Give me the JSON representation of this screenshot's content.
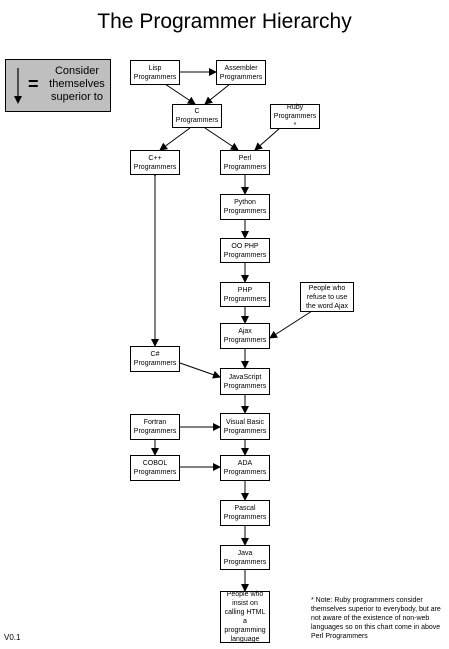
{
  "title": "The Programmer Hierarchy",
  "legend": {
    "text": "Consider themselves superior to",
    "symbol": "="
  },
  "nodes": {
    "lisp": "Lisp Programmers",
    "assembler": "Assembler Programmers",
    "c": "C Programmers",
    "ruby": "Ruby Programmers *",
    "cpp": "C++ Programmers",
    "perl": "Perl Programmers",
    "python": "Python Programmers",
    "oophp": "OO PHP Programmers",
    "php": "PHP Programmers",
    "noajax": "People who refuse to use the word Ajax",
    "ajax": "Ajax Programmers",
    "csharp": "C# Programmers",
    "javascript": "JavaScript Programmers",
    "fortran": "Fortran Programmers",
    "vb": "Visual Basic Programmers",
    "cobol": "COBOL Programmers",
    "ada": "ADA Programmers",
    "pascal": "Pascal Programmers",
    "java": "Java Programmers",
    "html": "People who insist on calling HTML a programming language"
  },
  "note": "* Note: Ruby programmers consider themselves superior to everybody, but are not aware of the existence of non-web languages so on this chart come in above Perl Programmers",
  "version": "V0.1"
}
